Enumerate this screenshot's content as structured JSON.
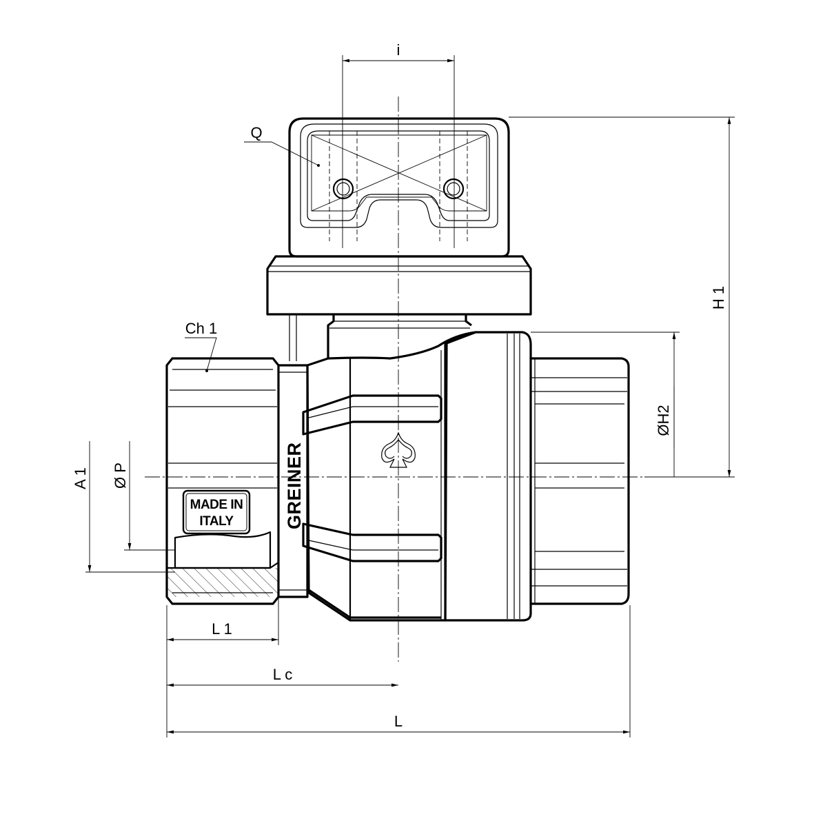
{
  "labels": {
    "dim_i": "i",
    "dim_Q": "Q",
    "dim_H1": "H 1",
    "dim_Ch1": "Ch 1",
    "dim_H2": "ØH2",
    "dim_A1": "A 1",
    "dim_P": "Ø P",
    "dim_L1": "L 1",
    "dim_Lc": "L c",
    "dim_L": "L"
  },
  "stamp": {
    "line1": "MADE IN",
    "line2": "ITALY"
  },
  "brand": "GREINER"
}
